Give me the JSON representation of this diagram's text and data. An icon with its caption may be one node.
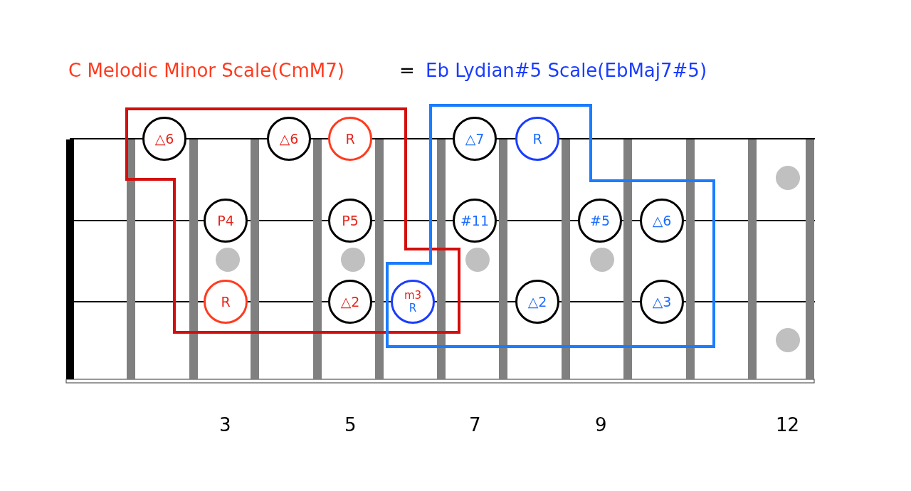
{
  "diagram": {
    "nodes": [
      {
        "text": [
          "△6"
        ]
      },
      {
        "text": [
          "△6"
        ]
      },
      {
        "text": [
          "R"
        ]
      },
      {
        "text": [
          "△7"
        ]
      },
      {
        "text": [
          "R"
        ]
      },
      {
        "text": [
          "P4"
        ]
      },
      {
        "text": [
          "P5"
        ]
      },
      {
        "text": [
          "#11"
        ]
      },
      {
        "text": [
          "#5"
        ]
      },
      {
        "text": [
          "△6"
        ]
      },
      {
        "text": [
          "R"
        ]
      },
      {
        "text": [
          "△2"
        ]
      },
      {
        "text": [
          "m3",
          "R"
        ]
      },
      {
        "text": [
          "△2"
        ]
      },
      {
        "text": [
          "△3"
        ]
      }
    ],
    "labels": [
      "C Melodic Minor Scale(CmM7)",
      "=",
      "Eb Lydian#5 Scale(EbMaj7#5)",
      "3",
      "5",
      "7",
      "9",
      "12"
    ]
  }
}
